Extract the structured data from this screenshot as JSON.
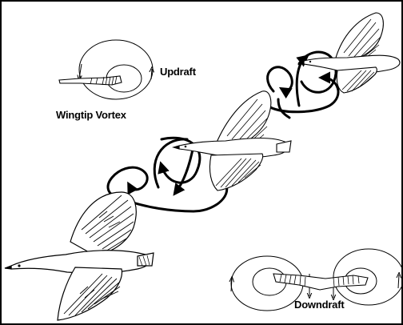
{
  "labels": {
    "updraft": "Updraft",
    "wingtip_vortex": "Wingtip Vortex",
    "downdraft": "Downdraft"
  },
  "colors": {
    "ink": "#000000",
    "background": "#ffffff"
  }
}
